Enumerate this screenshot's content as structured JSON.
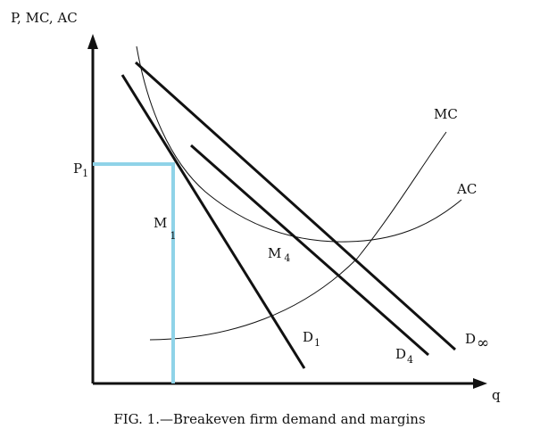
{
  "axes": {
    "y_label": "P, MC, AC",
    "x_label": "q"
  },
  "price": {
    "base": "P",
    "sub": "1"
  },
  "curves": {
    "mc": "MC",
    "ac": "AC",
    "d1": {
      "base": "D",
      "sub": "1"
    },
    "d4": {
      "base": "D",
      "sub": "4"
    },
    "dinf": {
      "base": "D",
      "sub": "∞"
    }
  },
  "margins": {
    "m1": {
      "base": "M",
      "sub": "1"
    },
    "m4": {
      "base": "M",
      "sub": "4"
    }
  },
  "caption": "FIG. 1.—Breakeven firm demand and margins",
  "colors": {
    "ink": "#111111",
    "highlight": "#8fd3e8"
  }
}
